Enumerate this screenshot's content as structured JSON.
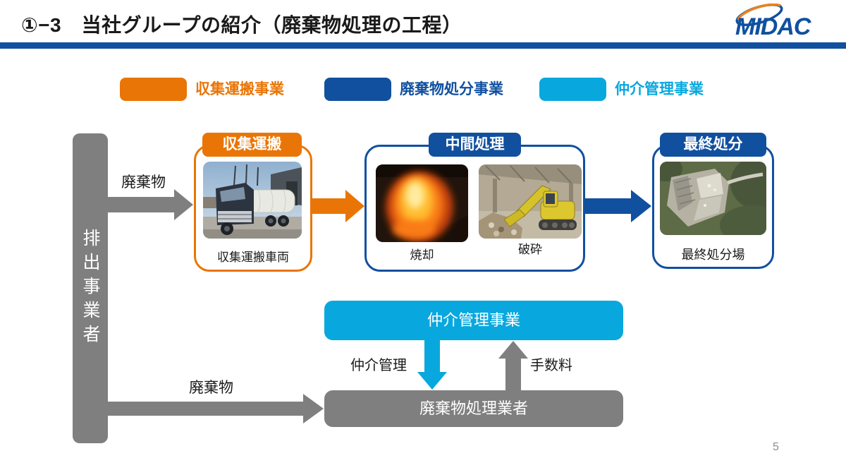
{
  "slide": {
    "title": "①−3　当社グループの紹介（廃棄物処理の工程）",
    "page_number": "5",
    "logo_text": "MIDAC"
  },
  "colors": {
    "orange": "#E97506",
    "dark_blue": "#10509F",
    "light_blue": "#08A8DE",
    "gray": "#7F7F7F"
  },
  "legend": {
    "items": [
      {
        "label": "収集運搬事業",
        "color": "#E97506"
      },
      {
        "label": "廃棄物処分事業",
        "color": "#10509F"
      },
      {
        "label": "仲介管理事業",
        "color": "#08A8DE"
      }
    ]
  },
  "flow": {
    "emitter_label": "排出事業者",
    "waste_label_top": "廃棄物",
    "collection": {
      "header": "収集運搬",
      "caption": "収集運搬車両"
    },
    "intermediate": {
      "header": "中間処理",
      "caption_incineration": "焼却",
      "caption_crushing": "破砕"
    },
    "final": {
      "header": "最終処分",
      "caption": "最終処分場"
    }
  },
  "broker_flow": {
    "broker_label": "仲介管理事業",
    "down_arrow_label": "仲介管理",
    "up_arrow_label": "手数料",
    "processor_label": "廃棄物処理業者",
    "waste_label_bottom": "廃棄物"
  }
}
